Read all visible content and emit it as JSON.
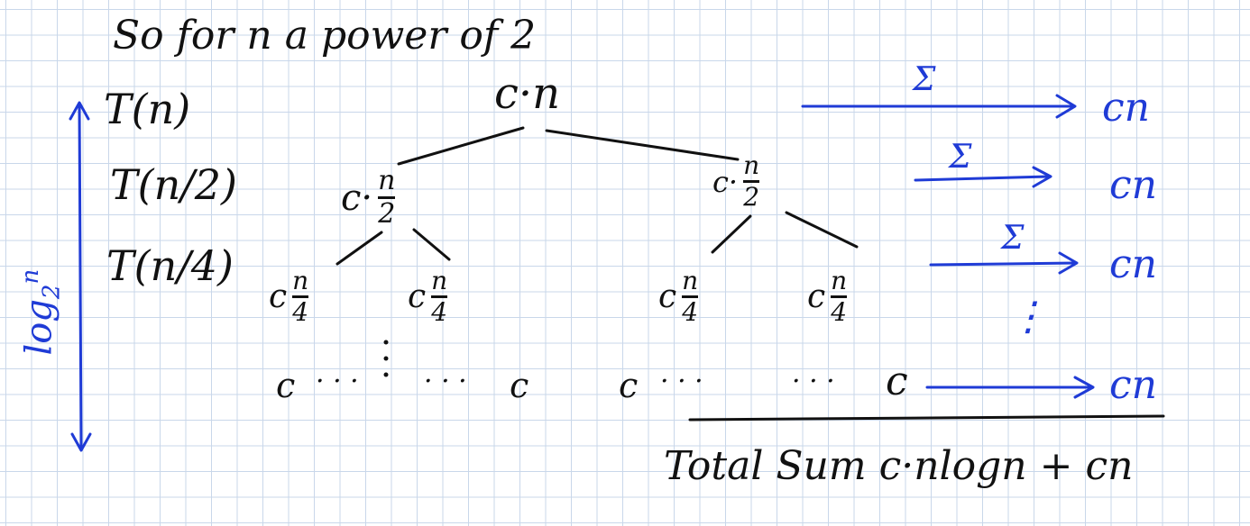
{
  "title": "So for n a power of 2",
  "levels": [
    "T(n)",
    "T(n/2)",
    "T(n/4)"
  ],
  "depth_label": "log",
  "depth_sub": "2",
  "depth_sup": "n",
  "tree": {
    "root": "c·n",
    "level1": {
      "coef": "c·",
      "num": "n",
      "den": "2"
    },
    "level2": {
      "coef": "c",
      "num": "n",
      "den": "4"
    },
    "leaf": "c",
    "dots": "· · ·"
  },
  "sums": {
    "sigma": "Σ",
    "values": [
      "cn",
      "cn",
      "cn",
      "cn"
    ],
    "vdots": "⋮"
  },
  "total": "Total Sum  c·nlogn + cn",
  "colors": {
    "ink": "#111111",
    "blue": "#1f3bd6",
    "grid": "#c9d7ea"
  }
}
